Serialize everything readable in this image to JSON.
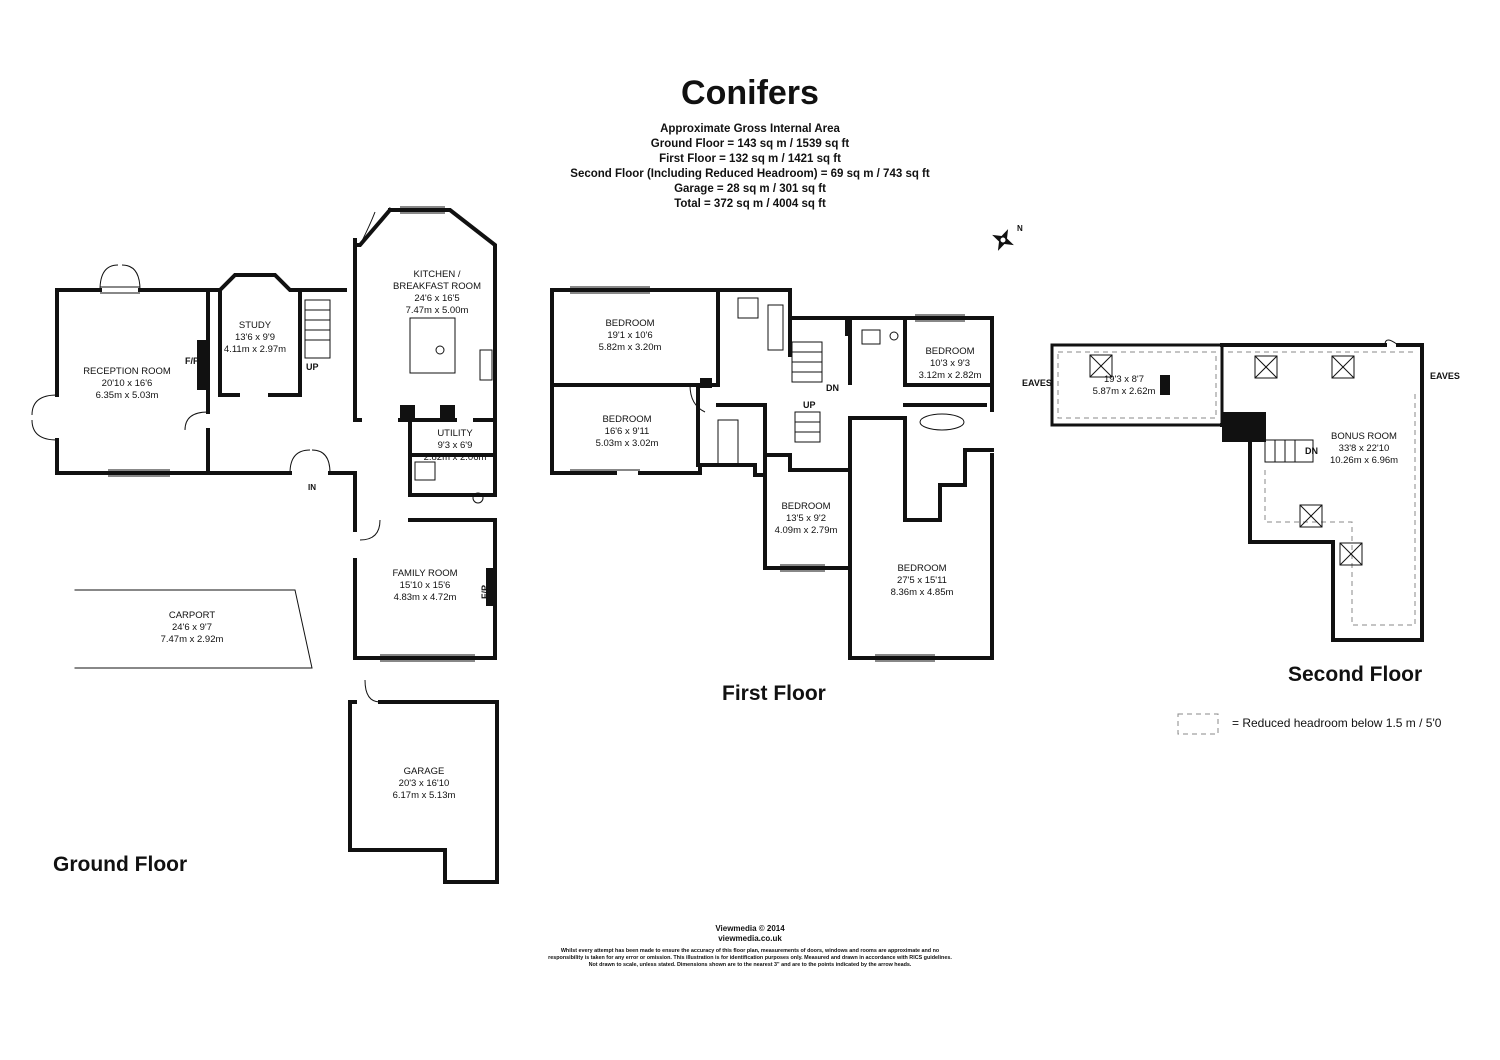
{
  "header": {
    "title": "Conifers",
    "area_heading": "Approximate Gross Internal Area",
    "area_lines": [
      "Ground Floor = 143 sq m / 1539 sq ft",
      "First Floor = 132 sq m / 1421 sq ft",
      "Second Floor (Including Reduced Headroom) =  69 sq m / 743 sq ft",
      "Garage = 28 sq m / 301 sq ft",
      "Total = 372 sq m / 4004 sq ft"
    ]
  },
  "compass": {
    "label": "N"
  },
  "ground_floor": {
    "label": "Ground Floor",
    "rooms": {
      "reception": {
        "name": "RECEPTION ROOM",
        "imperial": "20'10 x 16'6",
        "metric": "6.35m x 5.03m"
      },
      "study": {
        "name": "STUDY",
        "imperial": "13'6 x 9'9",
        "metric": "4.11m x 2.97m"
      },
      "kitchen": {
        "name1": "KITCHEN /",
        "name2": "BREAKFAST ROOM",
        "imperial": "24'6 x 16'5",
        "metric": "7.47m x 5.00m"
      },
      "utility": {
        "name": "UTILITY",
        "imperial": "9'3 x 6'9",
        "metric": "2.82m x 2.06m"
      },
      "family": {
        "name": "FAMILY ROOM",
        "imperial": "15'10 x 15'6",
        "metric": "4.83m x 4.72m"
      },
      "carport": {
        "name": "CARPORT",
        "imperial": "24'6 x 9'7",
        "metric": "7.47m x 2.92m"
      },
      "garage": {
        "name": "GARAGE",
        "imperial": "20'3 x 16'10",
        "metric": "6.17m x 5.13m"
      }
    },
    "marks": {
      "fp1": "F/P",
      "fp2": "F/P",
      "up": "UP",
      "in": "IN"
    }
  },
  "first_floor": {
    "label": "First Floor",
    "rooms": {
      "bed1": {
        "name": "BEDROOM",
        "imperial": "19'1 x 10'6",
        "metric": "5.82m x 3.20m"
      },
      "bed2": {
        "name": "BEDROOM",
        "imperial": "16'6 x 9'11",
        "metric": "5.03m x 3.02m"
      },
      "bed3": {
        "name": "BEDROOM",
        "imperial": "10'3 x 9'3",
        "metric": "3.12m x 2.82m"
      },
      "bed4": {
        "name": "BEDROOM",
        "imperial": "13'5 x 9'2",
        "metric": "4.09m x 2.79m"
      },
      "bed5": {
        "name": "BEDROOM",
        "imperial": "27'5 x 15'11",
        "metric": "8.36m x 4.85m"
      }
    },
    "marks": {
      "dn": "DN",
      "up": "UP"
    }
  },
  "second_floor": {
    "label": "Second Floor",
    "rooms": {
      "loft": {
        "imperial": "19'3 x 8'7",
        "metric": "5.87m x 2.62m"
      },
      "bonus": {
        "name": "BONUS ROOM",
        "imperial": "33'8 x 22'10",
        "metric": "10.26m x 6.96m"
      }
    },
    "marks": {
      "eaves_left": "EAVES",
      "eaves_right": "EAVES",
      "dn": "DN"
    }
  },
  "legend": {
    "text": "=  Reduced headroom below 1.5 m / 5'0"
  },
  "footer": {
    "brand": "Viewmedia © 2014",
    "url": "viewmedia.co.uk",
    "disclaimer": [
      "Whilst every attempt has been made to ensure the accuracy of this floor plan, measurements of doors, windows and rooms are approximate and no",
      "responsibility is taken for any error or omission. This illustration is for identification purposes only. Measured and drawn in accordance with RICS guidelines.",
      "Not drawn to scale, unless stated. Dimensions shown are to the nearest 3\" and are to the points indicated by the arrow heads."
    ]
  }
}
